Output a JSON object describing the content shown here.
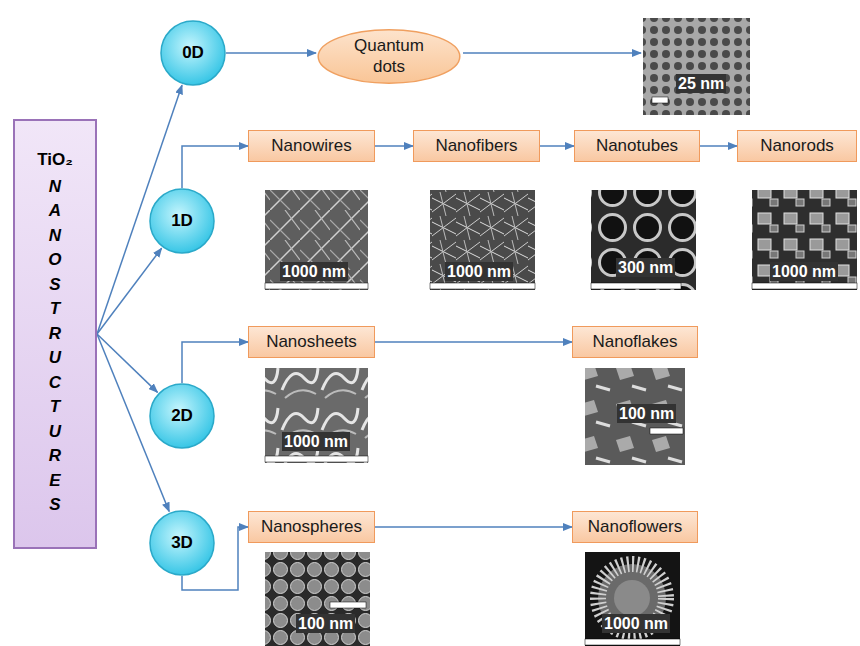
{
  "diagram": {
    "nodes": [
      {
        "text": [
          "TiO₂",
          "NANOSTRUCTURES"
        ]
      },
      {
        "text": [
          "0D"
        ]
      },
      {
        "text": [
          "Quantum dots"
        ]
      },
      {
        "text": [
          "1D"
        ]
      },
      {
        "text": [
          "Nanowires"
        ]
      },
      {
        "text": [
          "Nanofibers"
        ]
      },
      {
        "text": [
          "Nanotubes"
        ]
      },
      {
        "text": [
          "Nanorods"
        ]
      },
      {
        "text": [
          "2D"
        ]
      },
      {
        "text": [
          "Nanosheets"
        ]
      },
      {
        "text": [
          "Nanoflakes"
        ]
      },
      {
        "text": [
          "3D"
        ]
      },
      {
        "text": [
          "Nanospheres"
        ]
      },
      {
        "text": [
          "Nanoflowers"
        ]
      }
    ],
    "edges": [
      {
        "from": 0,
        "to": 1,
        "arrow": "to"
      },
      {
        "from": 0,
        "to": 3,
        "arrow": "to"
      },
      {
        "from": 0,
        "to": 8,
        "arrow": "to"
      },
      {
        "from": 0,
        "to": 11,
        "arrow": "to"
      },
      {
        "from": 1,
        "to": 2,
        "arrow": "to"
      },
      {
        "from": 3,
        "to": 4,
        "arrow": "to"
      },
      {
        "from": 4,
        "to": 5,
        "arrow": "to"
      },
      {
        "from": 5,
        "to": 6,
        "arrow": "to"
      },
      {
        "from": 6,
        "to": 7,
        "arrow": "to"
      },
      {
        "from": 8,
        "to": 9,
        "arrow": "to"
      },
      {
        "from": 9,
        "to": 10,
        "arrow": "to"
      },
      {
        "from": 11,
        "to": 12,
        "arrow": "to"
      },
      {
        "from": 12,
        "to": 13,
        "arrow": "to"
      }
    ],
    "labels": [
      "25 nm",
      "1000 nm",
      "1000 nm",
      "300 nm",
      "1000 nm",
      "1000 nm",
      "100 nm",
      "100 nm",
      "1000 nm"
    ]
  }
}
